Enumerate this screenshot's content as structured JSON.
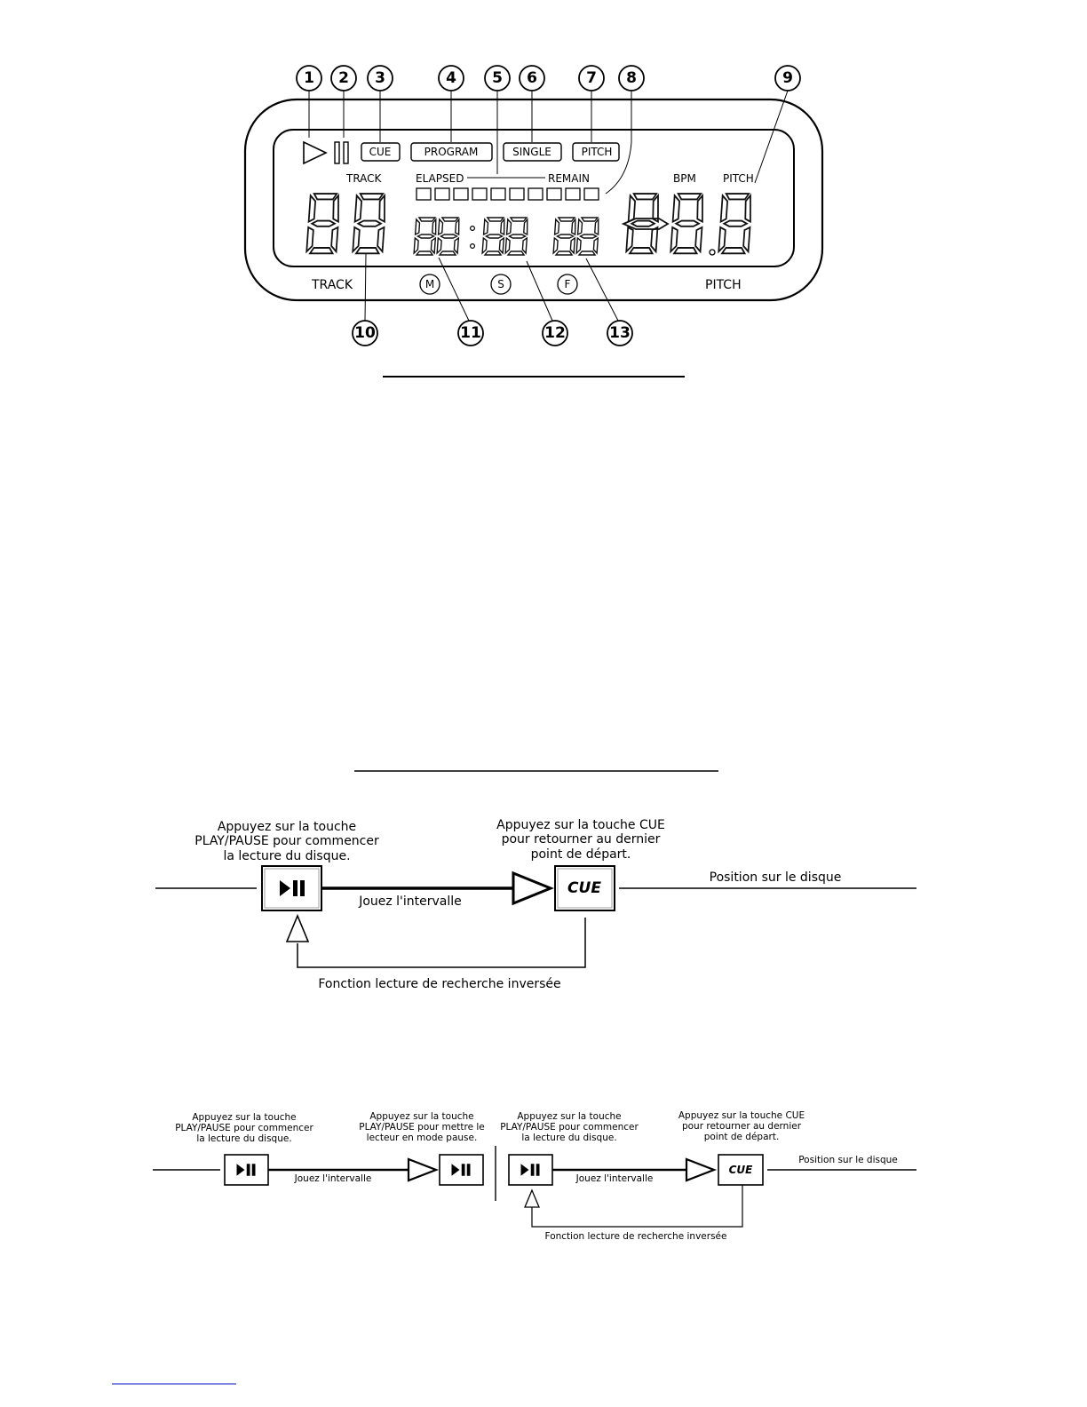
{
  "callouts": [
    "1",
    "2",
    "3",
    "4",
    "5",
    "6",
    "7",
    "8",
    "9",
    "10",
    "11",
    "12",
    "13"
  ],
  "lcd": {
    "cue": "CUE",
    "program": "PROGRAM",
    "single": "SINGLE",
    "pitch_box": "PITCH",
    "track_top": "TRACK",
    "elapsed": "ELAPSED",
    "remain": "REMAIN",
    "bpm": "BPM",
    "pitch_top": "PITCH",
    "track_bottom": "TRACK",
    "m": "M",
    "s": "S",
    "f": "F",
    "pitch_bottom": "PITCH"
  },
  "diagram1": {
    "play_caption": [
      "Appuyez sur la touche",
      "PLAY/PAUSE pour commencer",
      "la lecture du disque."
    ],
    "cue_caption": [
      "Appuyez sur la touche CUE",
      "pour retourner au dernier",
      "point de départ."
    ],
    "position": "Position sur le disque",
    "interval": "Jouez l'intervalle",
    "reverse": "Fonction lecture de recherche inversée",
    "cue_button": "CUE"
  },
  "diagram2": {
    "caption1": [
      "Appuyez sur la touche",
      "PLAY/PAUSE pour commencer",
      "la lecture du disque."
    ],
    "caption2": [
      "Appuyez sur la touche",
      "PLAY/PAUSE pour mettre le",
      "lecteur en mode pause."
    ],
    "caption3": [
      "Appuyez sur la touche",
      "PLAY/PAUSE pour commencer",
      "la lecture du disque."
    ],
    "caption4": [
      "Appuyez sur la touche CUE",
      "pour retourner au dernier",
      "point de départ."
    ],
    "position": "Position sur le disque",
    "interval1": "Jouez l'intervalle",
    "interval2": "Jouez l'intervalle",
    "reverse": "Fonction lecture de recherche inversée",
    "cue_button": "CUE"
  }
}
